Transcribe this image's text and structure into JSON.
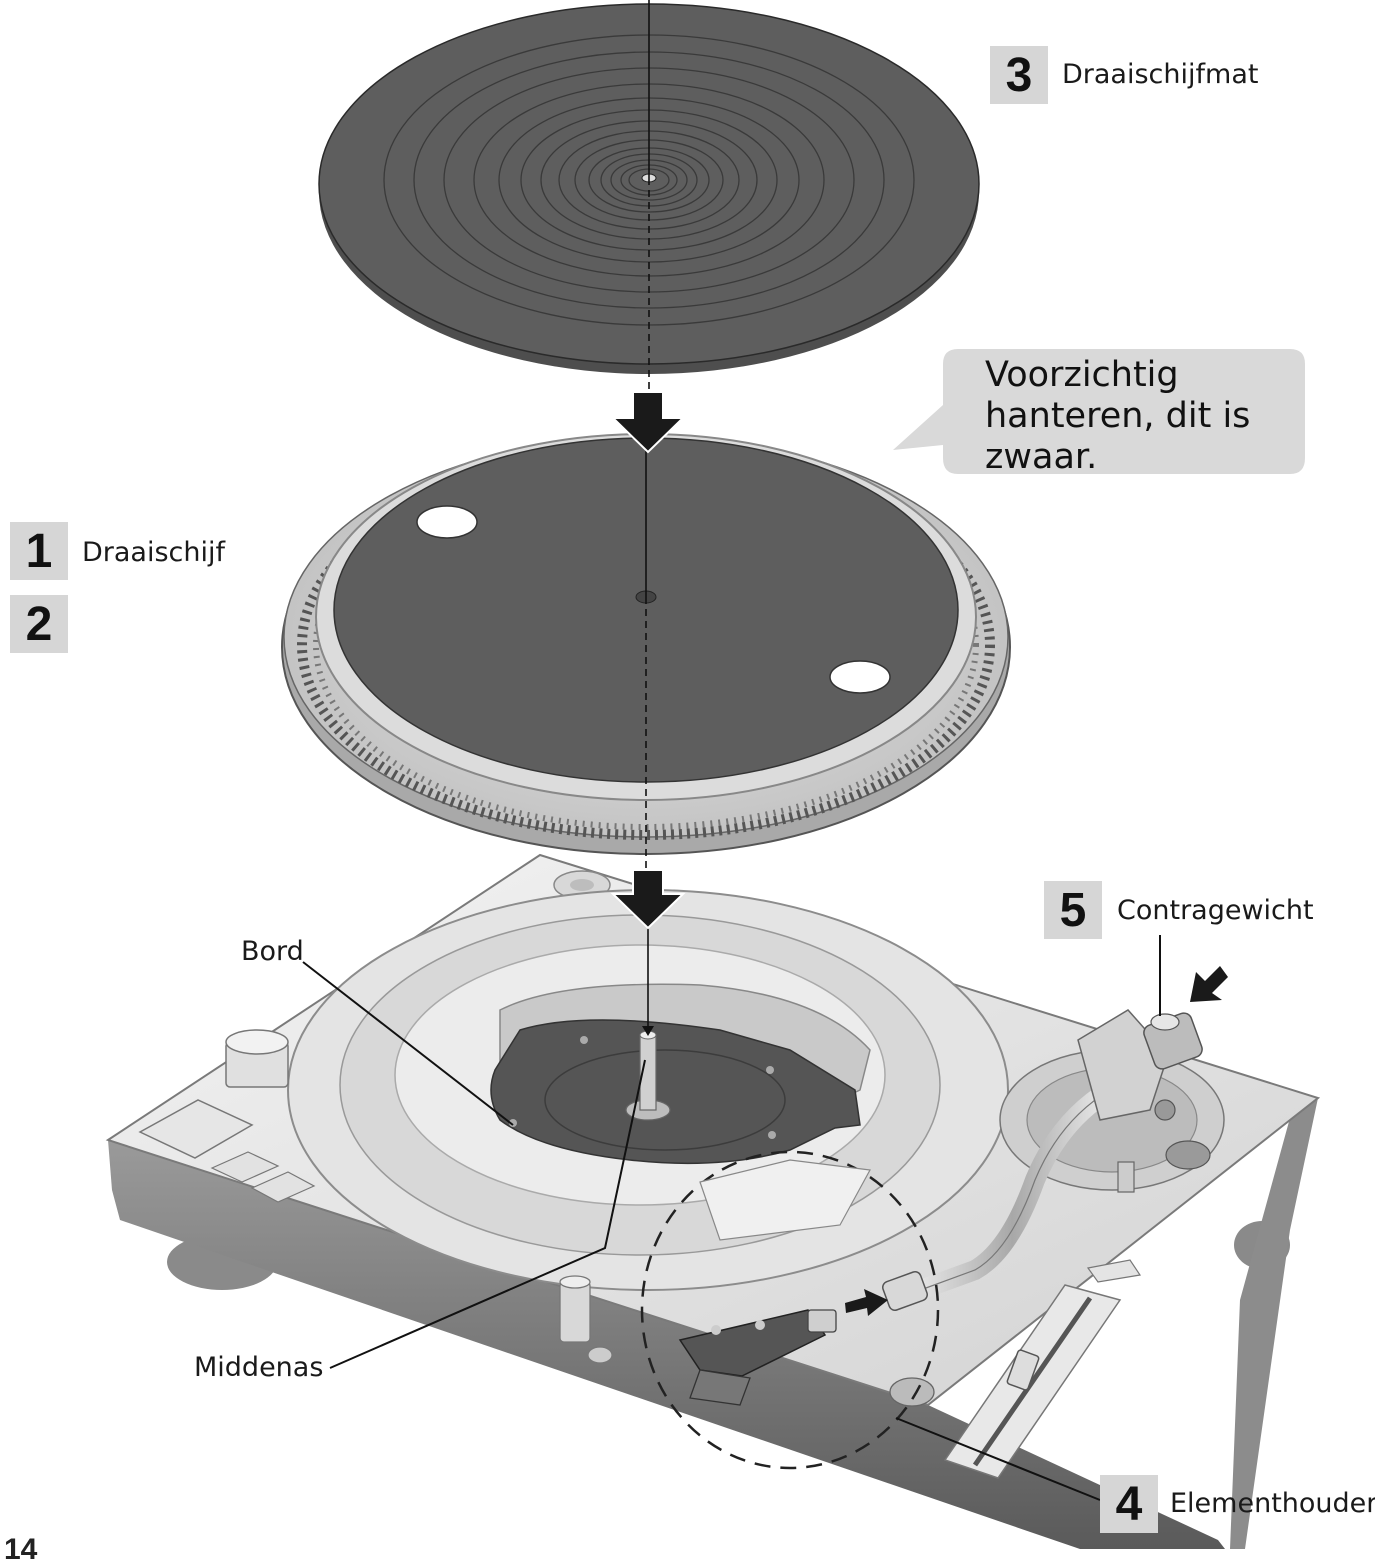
{
  "steps": [
    {
      "number": "3",
      "label": "Draaischijfmat"
    },
    {
      "number": "1",
      "label": "Draaischijf"
    },
    {
      "number": "2",
      "label": ""
    },
    {
      "number": "5",
      "label": "Contragewicht"
    },
    {
      "number": "4",
      "label": "Elementhouder"
    }
  ],
  "callout": "Voorzichtig\nhanteren, dit is\nzwaar.",
  "part_labels": {
    "bord": "Bord",
    "middenas": "Middenas"
  },
  "page_number": "14",
  "colors": {
    "mat": "#5e5e5e",
    "label_box": "#d6d6d6",
    "callout_bg": "#d9d9d9",
    "arrow": "#1a1a1a"
  }
}
